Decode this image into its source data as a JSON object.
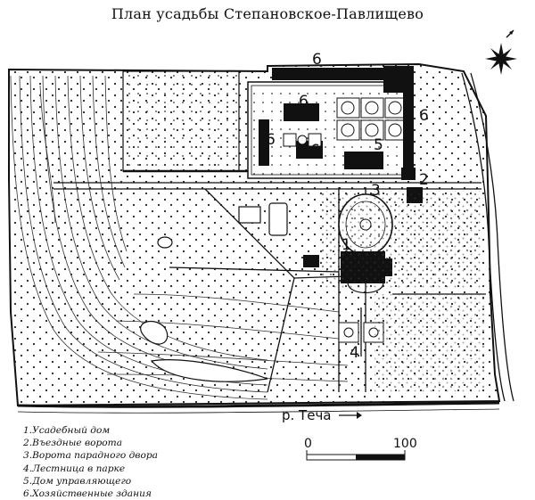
{
  "title": "План усадьбы Степановское-Павлищево",
  "legend": [
    "1.Усадебный дом",
    "2.Въездные ворота",
    "3.Ворота парадного двора",
    "4.Лестница в парке",
    "5.Дом управляющего",
    "6.Хозяйственные здания"
  ],
  "markers": [
    "1",
    "2",
    "3",
    "4",
    "5",
    "6"
  ],
  "river_label": "р. Теча",
  "scale": {
    "start": "0",
    "end": "100"
  },
  "icons": {
    "compass": "compass-rose-icon",
    "river_arrow": "arrow-right-icon"
  }
}
